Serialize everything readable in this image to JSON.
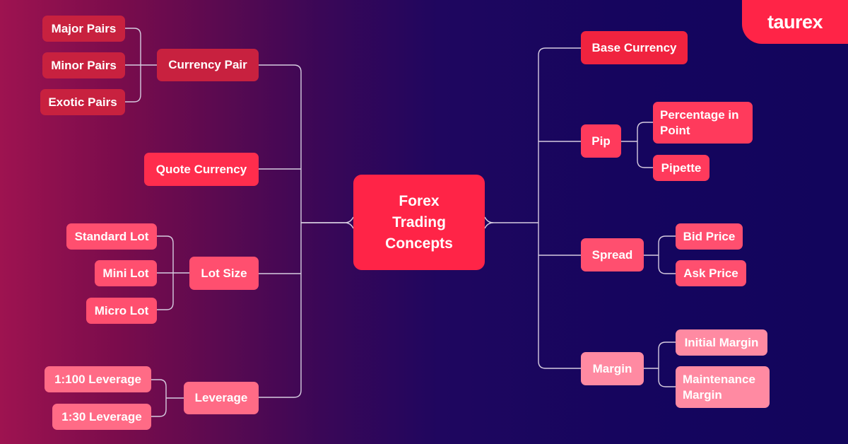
{
  "brand": {
    "logo_text": "taurex",
    "accent": "#ff2447"
  },
  "center": {
    "title": "Forex Trading Concepts",
    "lines": [
      "Forex",
      "Trading",
      "Concepts"
    ]
  },
  "left": {
    "currency_pair": {
      "label": "Currency Pair",
      "children": [
        "Major Pairs",
        "Minor Pairs",
        "Exotic Pairs"
      ]
    },
    "quote_currency": {
      "label": "Quote Currency"
    },
    "lot_size": {
      "label": "Lot Size",
      "children": [
        "Standard Lot",
        "Mini Lot",
        "Micro Lot"
      ]
    },
    "leverage": {
      "label": "Leverage",
      "children": [
        "1:100 Leverage",
        "1:30 Leverage"
      ]
    }
  },
  "right": {
    "base_currency": {
      "label": "Base Currency"
    },
    "pip": {
      "label": "Pip",
      "children": [
        [
          "Percentage in",
          "Point"
        ],
        "Pipette"
      ]
    },
    "spread": {
      "label": "Spread",
      "children": [
        "Bid Price",
        "Ask Price"
      ]
    },
    "margin": {
      "label": "Margin",
      "children": [
        "Initial Margin",
        [
          "Maintenance",
          "Margin"
        ]
      ]
    }
  }
}
